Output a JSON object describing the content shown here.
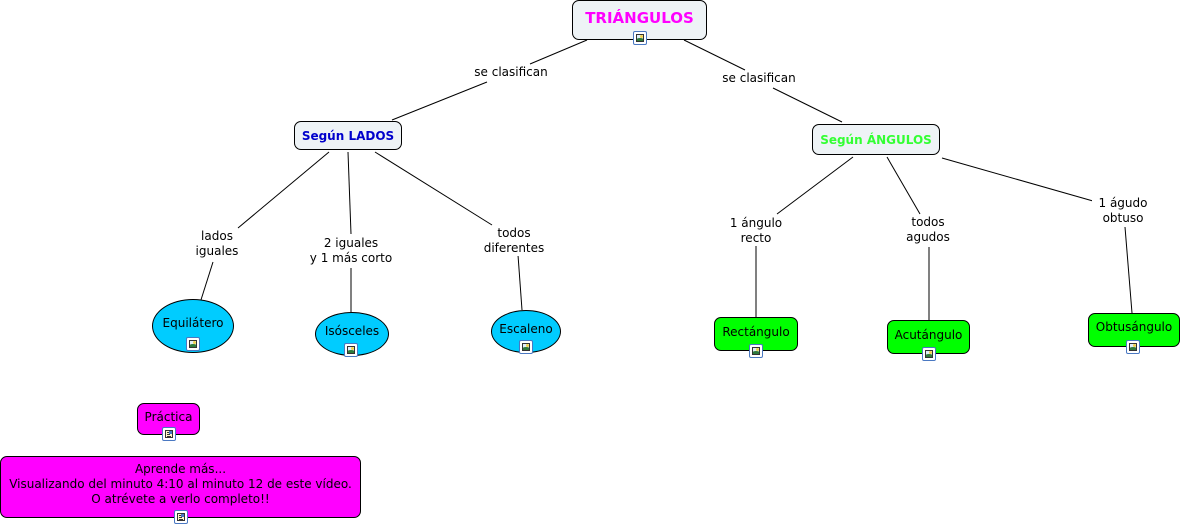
{
  "map": {
    "root": {
      "label": "TRIÁNGULOS",
      "icon": "image-resource-icon"
    },
    "branches": [
      {
        "link": "se clasifican",
        "label": "Según LADOS",
        "children": [
          {
            "link": [
              "lados",
              "iguales"
            ],
            "label": "Equilátero",
            "icon": "image-resource-icon"
          },
          {
            "link": [
              "2 iguales",
              "y 1 más corto"
            ],
            "label": "Isósceles",
            "icon": "image-resource-icon"
          },
          {
            "link": [
              "todos",
              "diferentes"
            ],
            "label": "Escaleno",
            "icon": "image-resource-icon"
          }
        ]
      },
      {
        "link": "se clasifican",
        "label": "Según ÁNGULOS",
        "children": [
          {
            "link": [
              "1 ángulo",
              "recto"
            ],
            "label": "Rectángulo",
            "icon": "image-resource-icon"
          },
          {
            "link": [
              "todos",
              "agudos"
            ],
            "label": "Acutángulo",
            "icon": "image-resource-icon"
          },
          {
            "link": [
              "1 águdo",
              "obtuso"
            ],
            "label": "Obtusángulo",
            "icon": "image-resource-icon"
          }
        ]
      }
    ],
    "extras": [
      {
        "label": "Práctica",
        "icon": "document-resource-icon"
      },
      {
        "lines": [
          "Aprende más...",
          "Visualizando del minuto 4:10 al minuto 12 de este vídeo.",
          "O atrévete a verlo completo!!"
        ],
        "icon": "document-resource-icon"
      }
    ]
  },
  "colors": {
    "title_text": "#ff00ff",
    "lados_text": "#0000cc",
    "angulos_text": "#33ff33",
    "sides_nodes": "#00ccff",
    "angles_nodes": "#00ff00",
    "extras_nodes": "#ff00ff",
    "branch_nodes": "#eef3f6"
  }
}
